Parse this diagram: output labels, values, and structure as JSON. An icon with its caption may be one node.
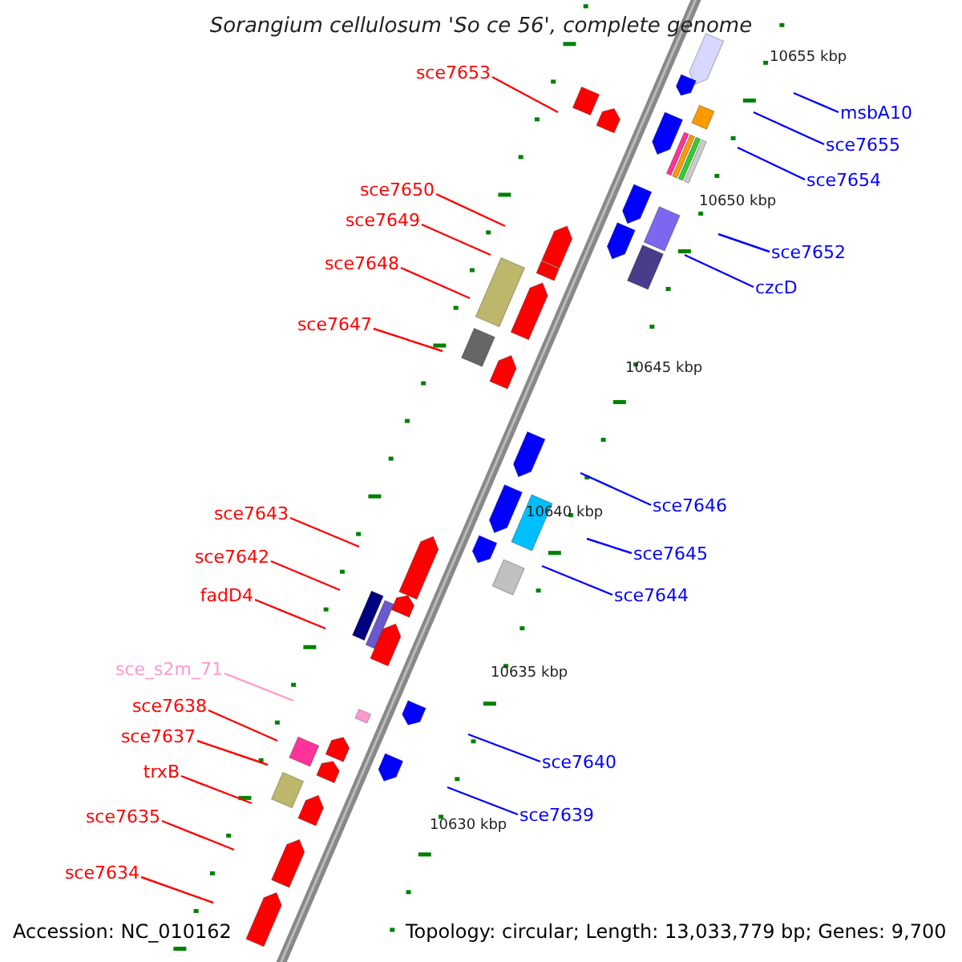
{
  "diagram": {
    "title": "Sorangium cellulosum 'So ce 56', complete genome",
    "nodes": [
      {
        "text": [
          "sce7653"
        ]
      },
      {
        "text": [
          "msbA10"
        ]
      },
      {
        "text": [
          "sce7655"
        ]
      },
      {
        "text": [
          "sce7654"
        ]
      },
      {
        "text": [
          "sce7650"
        ]
      },
      {
        "text": [
          "sce7649"
        ]
      },
      {
        "text": [
          "sce7652"
        ]
      },
      {
        "text": [
          "sce7648"
        ]
      },
      {
        "text": [
          "czcD"
        ]
      },
      {
        "text": [
          "sce7647"
        ]
      },
      {
        "text": [
          "sce7646"
        ]
      },
      {
        "text": [
          "sce7643"
        ]
      },
      {
        "text": [
          "sce7645"
        ]
      },
      {
        "text": [
          "sce7642"
        ]
      },
      {
        "text": [
          "sce7644"
        ]
      },
      {
        "text": [
          "fadD4"
        ]
      },
      {
        "text": [
          "sce_s2m_71"
        ]
      },
      {
        "text": [
          "sce7638"
        ]
      },
      {
        "text": [
          "sce7637"
        ]
      },
      {
        "text": [
          "sce7640"
        ]
      },
      {
        "text": [
          "trxB"
        ]
      },
      {
        "text": [
          "sce7639"
        ]
      },
      {
        "text": [
          "sce7635"
        ]
      },
      {
        "text": [
          "sce7634"
        ]
      }
    ],
    "edges": [
      {
        "from": 0,
        "to": null,
        "arrow": "none"
      },
      {
        "from": 1,
        "to": null,
        "arrow": "none",
        "color": "#0000ff"
      },
      {
        "from": 2,
        "to": null,
        "arrow": "none",
        "color": "#0000ff"
      },
      {
        "from": 3,
        "to": null,
        "arrow": "none",
        "color": "#0000ff"
      },
      {
        "from": 4,
        "to": null,
        "arrow": "none"
      },
      {
        "from": 5,
        "to": null,
        "arrow": "none"
      },
      {
        "from": 6,
        "to": null,
        "arrow": "none",
        "color": "#0000ff"
      },
      {
        "from": 7,
        "to": null,
        "arrow": "none"
      },
      {
        "from": 8,
        "to": null,
        "arrow": "none",
        "color": "#0000ff"
      },
      {
        "from": 9,
        "to": null,
        "arrow": "none"
      },
      {
        "from": 10,
        "to": null,
        "arrow": "none",
        "color": "#0000ff"
      },
      {
        "from": 11,
        "to": null,
        "arrow": "none"
      },
      {
        "from": 12,
        "to": null,
        "arrow": "none",
        "color": "#0000ff"
      },
      {
        "from": 13,
        "to": null,
        "arrow": "none"
      },
      {
        "from": 14,
        "to": null,
        "arrow": "none",
        "color": "#0000ff"
      },
      {
        "from": 15,
        "to": null,
        "arrow": "none"
      },
      {
        "from": 16,
        "to": null,
        "arrow": "none",
        "color": "#ff99cc"
      },
      {
        "from": 17,
        "to": null,
        "arrow": "none"
      },
      {
        "from": 18,
        "to": null,
        "arrow": "none"
      },
      {
        "from": 19,
        "to": null,
        "arrow": "none",
        "color": "#0000ff"
      },
      {
        "from": 20,
        "to": null,
        "arrow": "none"
      },
      {
        "from": 21,
        "to": null,
        "arrow": "none",
        "color": "#0000ff"
      },
      {
        "from": 22,
        "to": null,
        "arrow": "none"
      },
      {
        "from": 23,
        "to": null,
        "arrow": "none"
      }
    ],
    "labels": [
      "10655 kbp",
      "10650 kbp",
      "10645 kbp",
      "10640 kbp",
      "10635 kbp",
      "10630 kbp",
      "Accession: NC_010162",
      "Topology: circular; Length: 13,033,779 bp; Genes: 9,700"
    ]
  }
}
